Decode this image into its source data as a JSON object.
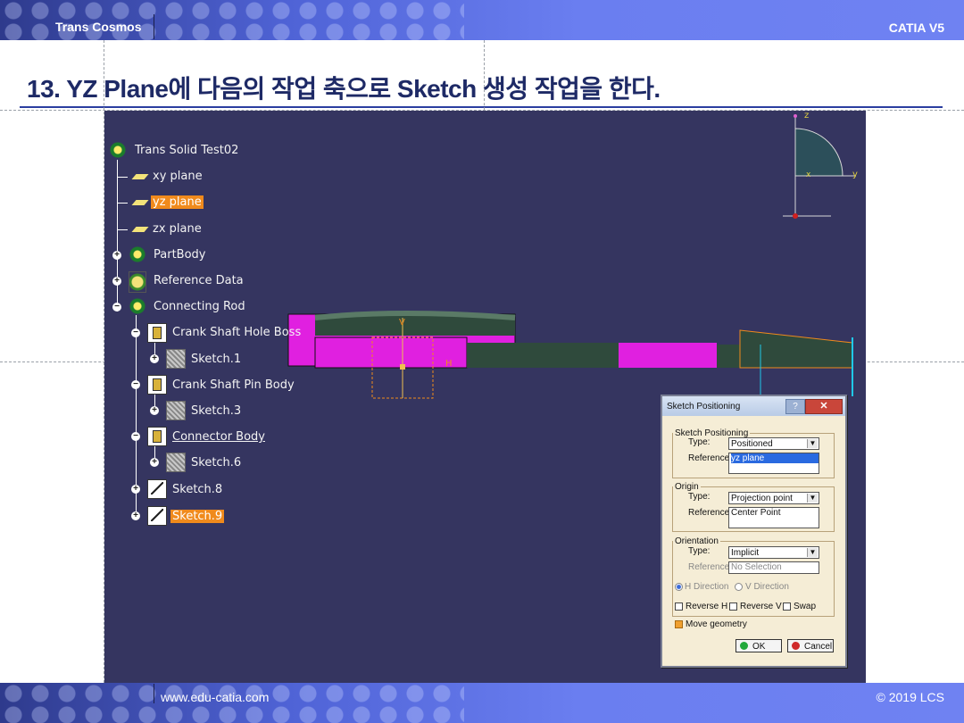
{
  "header": {
    "brand": "Trans Cosmos",
    "product": "CATIA V5"
  },
  "slide_title": "13. YZ Plane에 다음의 작업 축으로 Sketch 생성 작업을 한다.",
  "tree": {
    "root": "Trans Solid Test02",
    "items": [
      {
        "label": "xy plane",
        "icon": "plane-icon"
      },
      {
        "label": "yz plane",
        "icon": "plane-icon",
        "highlighted": true
      },
      {
        "label": "zx plane",
        "icon": "plane-icon"
      },
      {
        "label": "PartBody",
        "icon": "gear-icon"
      },
      {
        "label": "Reference Data",
        "icon": "reference-icon"
      },
      {
        "label": "Connecting Rod",
        "icon": "gear-icon"
      },
      {
        "label": "Crank Shaft Hole Boss",
        "icon": "pad-icon"
      },
      {
        "label": "Sketch.1",
        "icon": "sketch-icon"
      },
      {
        "label": "Crank Shaft Pin Body",
        "icon": "pad-icon"
      },
      {
        "label": "Sketch.3",
        "icon": "sketch-icon"
      },
      {
        "label": "Connector Body",
        "icon": "pad-icon",
        "underlined": true
      },
      {
        "label": "Sketch.6",
        "icon": "sketch-icon"
      },
      {
        "label": "Sketch.8",
        "icon": "sketch-tool-icon"
      },
      {
        "label": "Sketch.9",
        "icon": "sketch-tool-icon",
        "highlighted": true
      }
    ]
  },
  "compass": {
    "z": "z",
    "y": "y",
    "x": "x"
  },
  "dialog": {
    "title": "Sketch Positioning",
    "help": "?",
    "close": "✕",
    "sketch_positioning": {
      "legend": "Sketch Positioning",
      "type_label": "Type:",
      "type_value": "Positioned",
      "reference_label": "Reference:",
      "reference_value": "yz plane"
    },
    "origin": {
      "legend": "Origin",
      "type_label": "Type:",
      "type_value": "Projection point",
      "reference_label": "Reference:",
      "reference_value": "Center Point"
    },
    "orientation": {
      "legend": "Orientation",
      "type_label": "Type:",
      "type_value": "Implicit",
      "reference_label": "Reference:",
      "reference_value": "No Selection",
      "h_direction": "H Direction",
      "v_direction": "V Direction",
      "reverse_h": "Reverse H",
      "reverse_v": "Reverse V",
      "swap": "Swap"
    },
    "move_geometry": "Move geometry",
    "ok": "OK",
    "cancel": "Cancel"
  },
  "footer": {
    "url": "www.edu-catia.com",
    "copyright": "© 2019 LCS"
  },
  "colors": {
    "viewport_bg": "#353560",
    "highlight": "#f08a1c",
    "magenta": "#e020e0",
    "part_green": "#2f4a3c"
  }
}
